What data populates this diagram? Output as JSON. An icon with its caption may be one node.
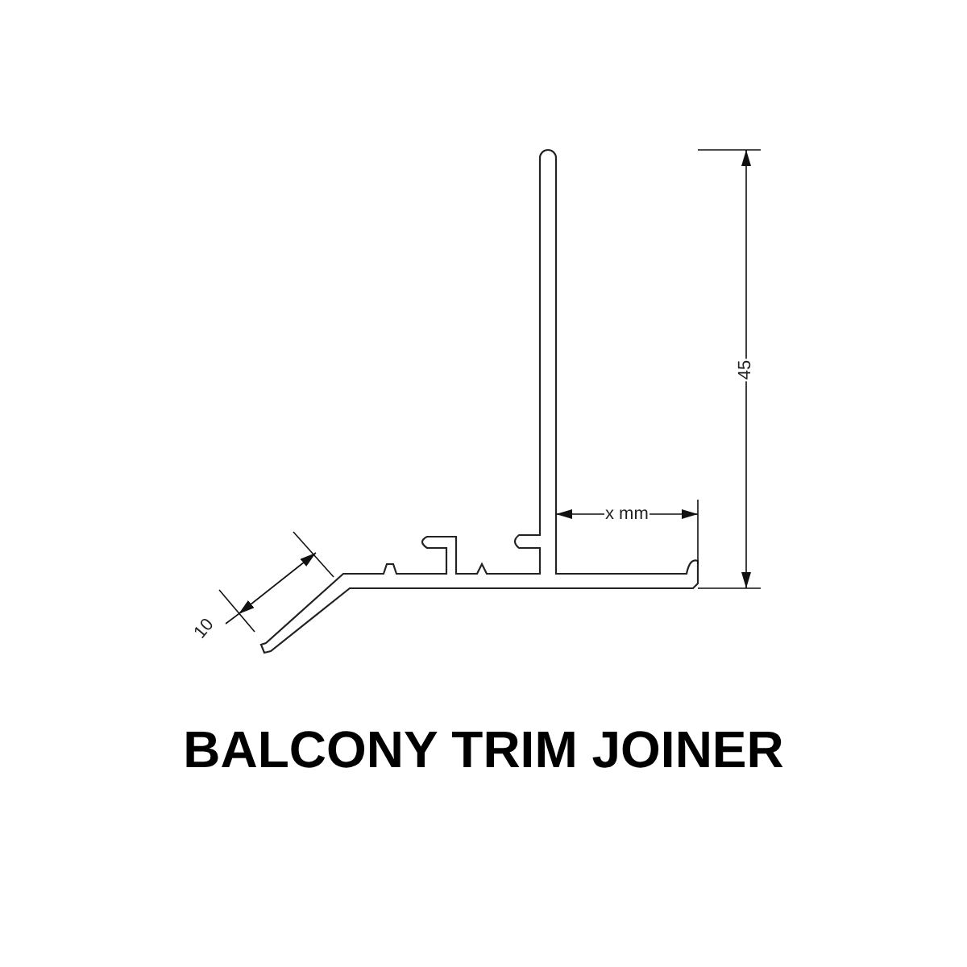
{
  "diagram": {
    "title": "BALCONY TRIM JOINER",
    "labels": [
      "x mm",
      "45",
      "10"
    ]
  }
}
